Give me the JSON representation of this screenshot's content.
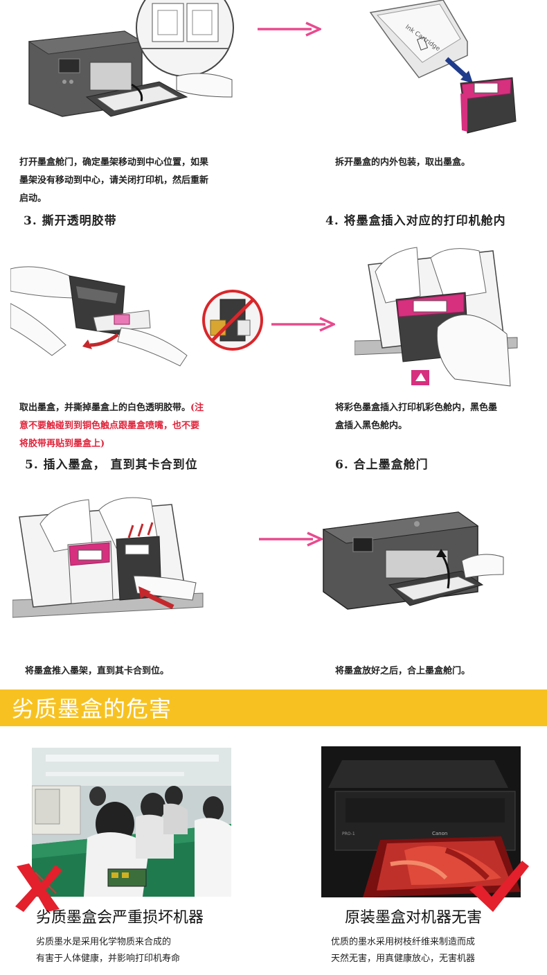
{
  "steps": {
    "s1": {
      "caption_lines": [
        "打开墨盒舱门，确定墨架移动到中心位置，如果",
        "墨架没有移动到中心，请关闭打印机，然后重新",
        "启动。"
      ]
    },
    "s2": {
      "caption_lines": [
        "拆开墨盒的内外包装，取出墨盒。"
      ]
    },
    "s3": {
      "title": "3. 撕开透明胶带",
      "caption_black": "取出墨盒，并撕掉墨盒上的白色透明胶带。",
      "caption_red_lines": [
        "(注",
        "意不要触碰到到铜色触点跟墨盒喷嘴，也不要",
        "将胶带再贴到墨盒上)"
      ]
    },
    "s4": {
      "title": "4. 将墨盒插入对应的打印机舱内",
      "caption_lines": [
        "将彩色墨盒插入打印机彩色舱内，黑色墨",
        "盒插入黑色舱内。"
      ]
    },
    "s5": {
      "title": "5. 插入墨盒，  直到其卡合到位",
      "caption_lines": [
        "将墨盒推入墨架，直到其卡合到位。"
      ]
    },
    "s6": {
      "title": "6. 合上墨盒舱门",
      "caption_lines": [
        "将墨盒放好之后，合上墨盒舱门。"
      ]
    }
  },
  "packaging": {
    "label": "Ink Cartridge"
  },
  "section": {
    "title": "劣质墨盒的危害"
  },
  "bad": {
    "title": "劣质墨盒会严重损坏机器",
    "desc_lines": [
      "劣质墨水是采用化学物质来合成的",
      "有害于人体健康，并影响打印机寿命"
    ]
  },
  "good": {
    "title": "原装墨盒对机器无害",
    "desc_lines": [
      "优质的墨水采用树枝纤维来制造而成",
      "天然无害，用真健康放心，无害机器"
    ],
    "printer_brand": "Canon",
    "printer_model": "PRO-1"
  },
  "colors": {
    "arrow": "#e84a8e",
    "magenta": "#d6307f",
    "banner": "#f7c221",
    "red_mark": "#e3202c"
  }
}
